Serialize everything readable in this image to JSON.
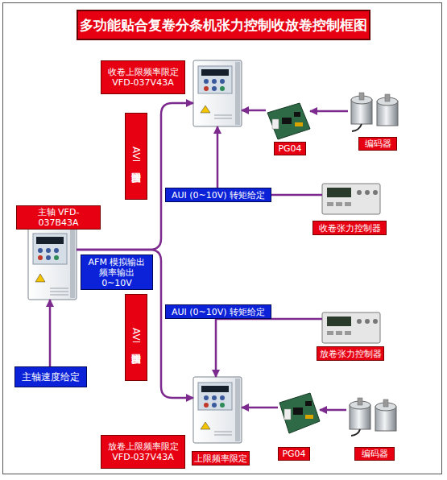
{
  "diagram": {
    "title": "多功能贴合复卷分条机张力控制收放卷控制框图",
    "nodes": [
      {
        "text": [
          "收卷上限频率限定 VFD-037V43A"
        ]
      },
      {
        "text": [
          "PG04"
        ]
      },
      {
        "text": [
          "编码器"
        ]
      },
      {
        "text": [
          "收卷张力控制器"
        ]
      },
      {
        "text": [
          "主轴 VFD-037B43A"
        ]
      },
      {
        "text": [
          "放卷张力控制器"
        ]
      },
      {
        "text": [
          "主轴速度给定"
        ]
      },
      {
        "text": [
          "放卷上限频率限定 VFD-037V43A",
          "上限频率限定"
        ]
      },
      {
        "text": [
          "PG04"
        ]
      },
      {
        "text": [
          "编码器"
        ]
      }
    ],
    "edges": [
      {
        "from": 4,
        "to": 0,
        "arrow": "to",
        "label": "AVI 增益同步调"
      },
      {
        "from": 4,
        "to": 7,
        "arrow": "to",
        "label": "AVI 增益同步调"
      },
      {
        "from": 1,
        "to": 0,
        "arrow": "to"
      },
      {
        "from": 2,
        "to": 1,
        "arrow": "to"
      },
      {
        "from": 3,
        "to": 0,
        "arrow": "to",
        "label": "AUI (0~10V) 转矩给定"
      },
      {
        "from": 5,
        "to": 7,
        "arrow": "to",
        "label": "AUI (0~10V) 转矩给定"
      },
      {
        "from": 8,
        "to": 7,
        "arrow": "to"
      },
      {
        "from": 9,
        "to": 8,
        "arrow": "to"
      },
      {
        "from": 6,
        "to": 4,
        "arrow": "to"
      }
    ],
    "labels": [
      "AFM 模拟输出 频率输出 0~10V"
    ]
  }
}
